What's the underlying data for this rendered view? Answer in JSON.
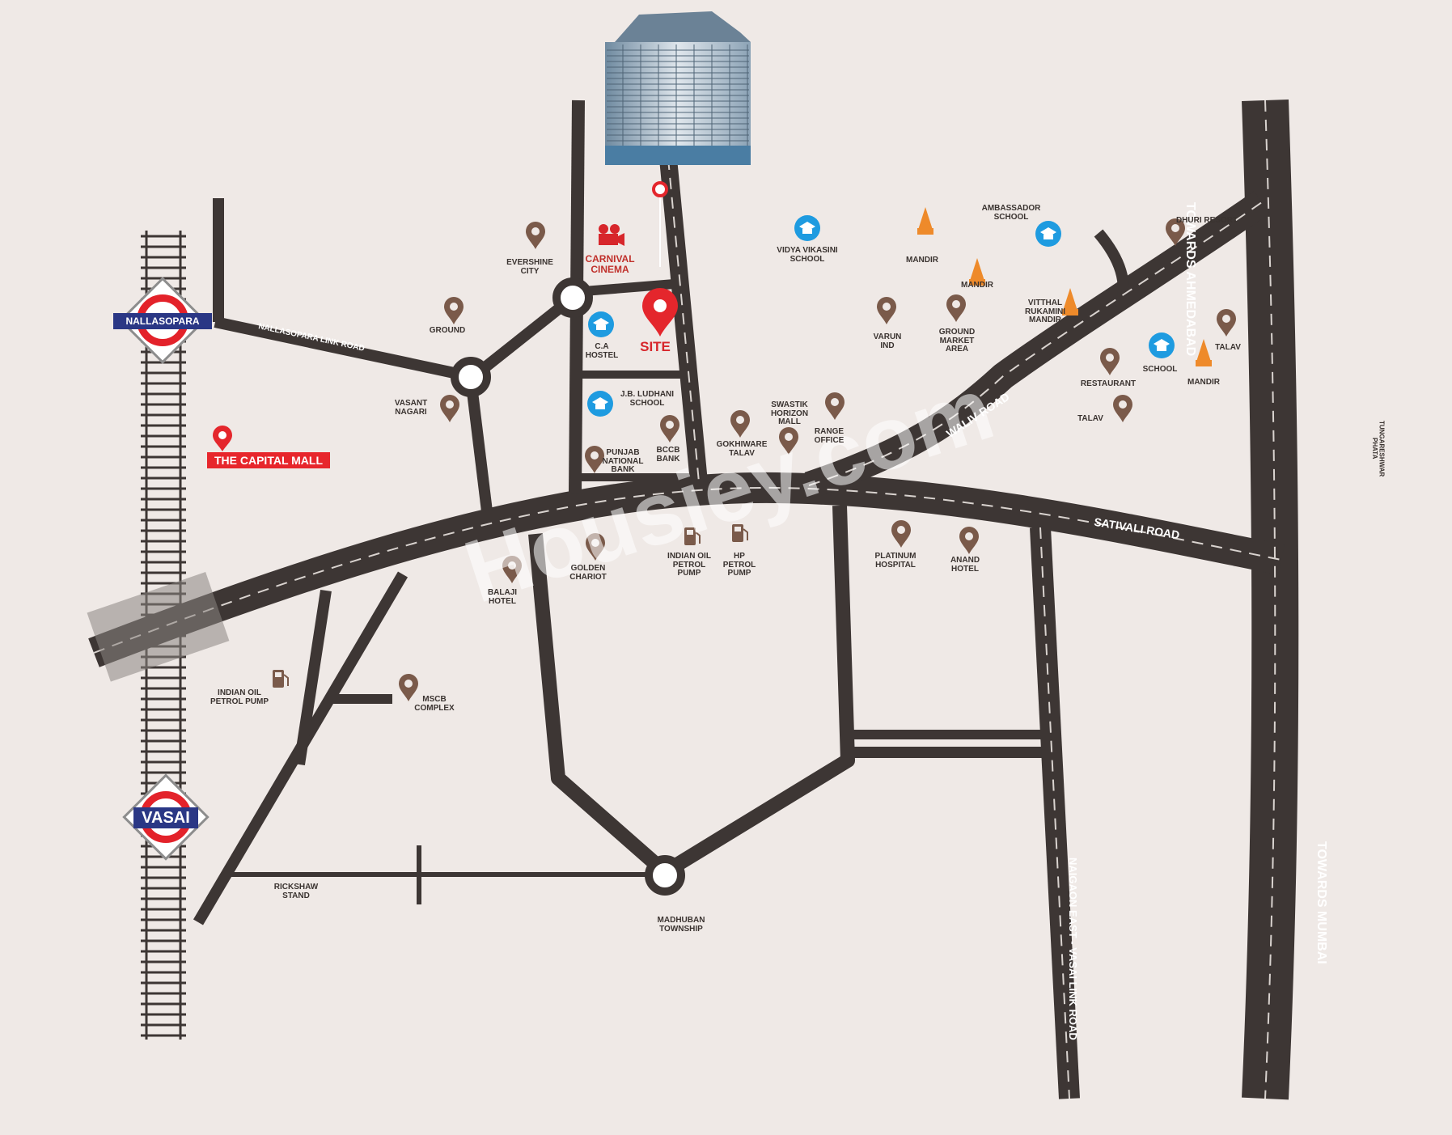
{
  "colors": {
    "background": "#efe9e6",
    "road": "#3d3634",
    "pin_brown": "#7a5a4a",
    "pin_red": "#e4262c",
    "school_blue": "#1e9be0",
    "mandir_orange": "#ee8a2a",
    "station_blue": "#2a3785",
    "station_red": "#e3222a"
  },
  "stations": [
    {
      "name": "NALLASOPARA",
      "style": "small"
    },
    {
      "name": "VASAI",
      "style": "large"
    }
  ],
  "roads": {
    "nallasopara_link": "NALLASOPARA LINK ROAD",
    "waliv": "WALIV ROAD",
    "sativali": "SATIVALI ROAD",
    "towards_ahmedabad": "TOWARDS AHMEDABAD",
    "towards_mumbai": "TOWARDS MUMBAI",
    "naigaon": "NAIGAON EAST - VASAI LINK ROAD"
  },
  "site_label": "SITE",
  "cinema_label": "CARNIVAL\nCINEMA",
  "mall_label": "THE CAPITAL MALL",
  "tungareshwar": "TUNGARESHWAR\nPHATA",
  "watermark": "Housiey.com",
  "landmarks": [
    {
      "name": "EVERSHINE\nCITY",
      "icon": "pin"
    },
    {
      "name": "GROUND",
      "icon": "pin"
    },
    {
      "name": "VASANT\nNAGARI",
      "icon": "pin"
    },
    {
      "name": "C.A\nHOSTEL",
      "icon": "school"
    },
    {
      "name": "J.B. LUDHANI\nSCHOOL",
      "icon": "school"
    },
    {
      "name": "PUNJAB\nNATIONAL\nBANK",
      "icon": "pin"
    },
    {
      "name": "BCCB\nBANK",
      "icon": "pin"
    },
    {
      "name": "GOKHIWARE\nTALAV",
      "icon": "pin"
    },
    {
      "name": "SWASTIK\nHORIZON\nMALL",
      "icon": "pin"
    },
    {
      "name": "RANGE\nOFFICE",
      "icon": "pin"
    },
    {
      "name": "VIDYA VIKASINI\nSCHOOL",
      "icon": "school"
    },
    {
      "name": "MANDIR",
      "icon": "mandir"
    },
    {
      "name": "MANDIR",
      "icon": "mandir"
    },
    {
      "name": "AMBASSADOR\nSCHOOL",
      "icon": "school"
    },
    {
      "name": "DHURI RESORT",
      "icon": "pin"
    },
    {
      "name": "VARUN\nIND",
      "icon": "pin"
    },
    {
      "name": "GROUND\nMARKET\nAREA",
      "icon": "pin"
    },
    {
      "name": "VITTHAL\nRUKAMINI\nMANDIR",
      "icon": "mandir"
    },
    {
      "name": "RESTAURANT",
      "icon": "pin"
    },
    {
      "name": "SCHOOL",
      "icon": "school"
    },
    {
      "name": "TALAV",
      "icon": "pin"
    },
    {
      "name": "MANDIR",
      "icon": "mandir"
    },
    {
      "name": "TALAV",
      "icon": "pin"
    },
    {
      "name": "GOLDEN\nCHARIOT",
      "icon": "pin"
    },
    {
      "name": "BALAJI\nHOTEL",
      "icon": "pin"
    },
    {
      "name": "INDIAN OIL\nPETROL\nPUMP",
      "icon": "fuel"
    },
    {
      "name": "HP\nPETROL\nPUMP",
      "icon": "fuel"
    },
    {
      "name": "PLATINUM\nHOSPITAL",
      "icon": "pin"
    },
    {
      "name": "ANAND\nHOTEL",
      "icon": "pin"
    },
    {
      "name": "INDIAN OIL\nPETROL PUMP",
      "icon": "fuel"
    },
    {
      "name": "MSCB\nCOMPLEX",
      "icon": "pin"
    },
    {
      "name": "RICKSHAW\nSTAND",
      "icon": "none"
    },
    {
      "name": "MADHUBAN\nTOWNSHIP",
      "icon": "none"
    }
  ]
}
